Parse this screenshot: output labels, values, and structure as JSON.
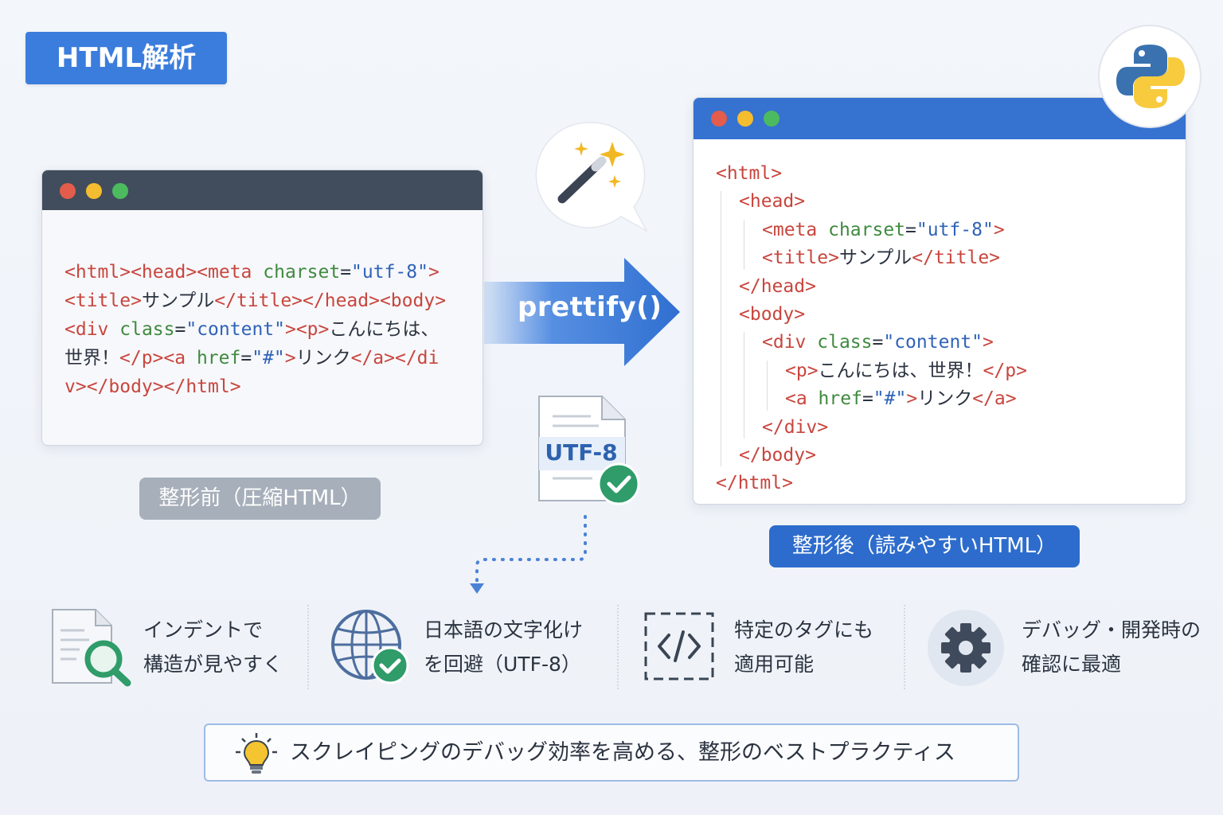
{
  "title": "HTML解析",
  "before": {
    "lines": [
      [
        [
          "t",
          "<html><head><meta "
        ],
        [
          "at",
          "charset"
        ],
        [
          "tb",
          "="
        ],
        [
          "sv",
          "\"utf-8\""
        ],
        [
          "t",
          ">"
        ]
      ],
      [
        [
          "t",
          "<title>"
        ],
        [
          "tx",
          "サンプル"
        ],
        [
          "t",
          "</title></head><body>"
        ]
      ],
      [
        [
          "t",
          "<div "
        ],
        [
          "at",
          "class"
        ],
        [
          "tb",
          "="
        ],
        [
          "sv",
          "\"content\""
        ],
        [
          "t",
          "><p>"
        ],
        [
          "tx",
          "こんにちは、"
        ]
      ],
      [
        [
          "tx",
          "世界！"
        ],
        [
          "t",
          "</p><a "
        ],
        [
          "at",
          "href"
        ],
        [
          "tb",
          "="
        ],
        [
          "sv",
          "\"#\""
        ],
        [
          "t",
          ">"
        ],
        [
          "tx",
          "リンク"
        ],
        [
          "t",
          "</a></di"
        ]
      ],
      [
        [
          "t",
          "v></body></html>"
        ]
      ]
    ],
    "label": "整形前（圧縮HTML）"
  },
  "arrow_label": "prettify()",
  "encoding_label": "UTF-8",
  "after": {
    "lines": [
      {
        "indent": 0,
        "parts": [
          [
            "t",
            "<html>"
          ]
        ]
      },
      {
        "indent": 1,
        "parts": [
          [
            "t",
            "<head>"
          ]
        ]
      },
      {
        "indent": 2,
        "parts": [
          [
            "t",
            "<meta "
          ],
          [
            "at",
            "charset"
          ],
          [
            "tb",
            "="
          ],
          [
            "sv",
            "\"utf-8\""
          ],
          [
            "t",
            ">"
          ]
        ]
      },
      {
        "indent": 2,
        "parts": [
          [
            "t",
            "<title>"
          ],
          [
            "tx",
            "サンプル"
          ],
          [
            "t",
            "</title>"
          ]
        ]
      },
      {
        "indent": 1,
        "parts": [
          [
            "t",
            "</head>"
          ]
        ]
      },
      {
        "indent": 1,
        "parts": [
          [
            "t",
            "<body>"
          ]
        ]
      },
      {
        "indent": 2,
        "parts": [
          [
            "t",
            "<div "
          ],
          [
            "at",
            "class"
          ],
          [
            "tb",
            "="
          ],
          [
            "sv",
            "\"content\""
          ],
          [
            "t",
            ">"
          ]
        ]
      },
      {
        "indent": 3,
        "parts": [
          [
            "t",
            "<p>"
          ],
          [
            "tx",
            "こんにちは、世界！"
          ],
          [
            "t",
            "</p>"
          ]
        ]
      },
      {
        "indent": 3,
        "parts": [
          [
            "t",
            "<a "
          ],
          [
            "at",
            "href"
          ],
          [
            "tb",
            "="
          ],
          [
            "sv",
            "\"#\""
          ],
          [
            "t",
            ">"
          ],
          [
            "tx",
            "リンク"
          ],
          [
            "t",
            "</a>"
          ]
        ]
      },
      {
        "indent": 2,
        "parts": [
          [
            "t",
            "</div>"
          ]
        ]
      },
      {
        "indent": 1,
        "parts": [
          [
            "t",
            "</body>"
          ]
        ]
      },
      {
        "indent": 0,
        "parts": [
          [
            "t",
            "</html>"
          ]
        ]
      }
    ],
    "label": "整形後（読みやすいHTML）"
  },
  "features": [
    {
      "icon": "document-search-icon",
      "line1": "インデントで",
      "line2": "構造が見やすく"
    },
    {
      "icon": "globe-check-icon",
      "line1": "日本語の文字化け",
      "line2": "を回避（UTF-8）"
    },
    {
      "icon": "code-brackets-icon",
      "line1": "特定のタグにも",
      "line2": "適用可能"
    },
    {
      "icon": "gear-icon",
      "line1": "デバッグ・開発時の",
      "line2": "確認に最適"
    }
  ],
  "footer": {
    "icon": "lightbulb-icon",
    "text": "スクレイピングのデバッグ効率を高める、整形のベストプラクティス"
  },
  "colors": {
    "accent": "#3b7ddd",
    "tag": "#c8463e",
    "attr": "#3f8a3f",
    "string": "#2f63b8"
  }
}
